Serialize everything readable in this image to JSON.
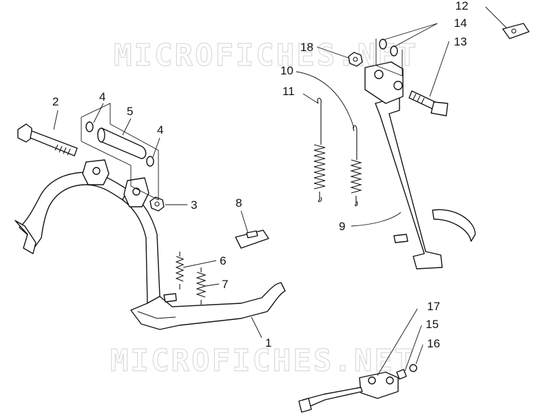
{
  "watermark": "MICROFICHES.NET",
  "callouts": [
    {
      "id": "c1",
      "text": "1"
    },
    {
      "id": "c2",
      "text": "2"
    },
    {
      "id": "c3",
      "text": "3"
    },
    {
      "id": "c4a",
      "text": "4"
    },
    {
      "id": "c4b",
      "text": "4"
    },
    {
      "id": "c5",
      "text": "5"
    },
    {
      "id": "c6",
      "text": "6"
    },
    {
      "id": "c7",
      "text": "7"
    },
    {
      "id": "c8",
      "text": "8"
    },
    {
      "id": "c9",
      "text": "9"
    },
    {
      "id": "c10",
      "text": "10"
    },
    {
      "id": "c11",
      "text": "11"
    },
    {
      "id": "c12",
      "text": "12"
    },
    {
      "id": "c13",
      "text": "13"
    },
    {
      "id": "c14",
      "text": "14"
    },
    {
      "id": "c15",
      "text": "15"
    },
    {
      "id": "c16",
      "text": "16"
    },
    {
      "id": "c17",
      "text": "17"
    },
    {
      "id": "c18",
      "text": "18"
    }
  ]
}
